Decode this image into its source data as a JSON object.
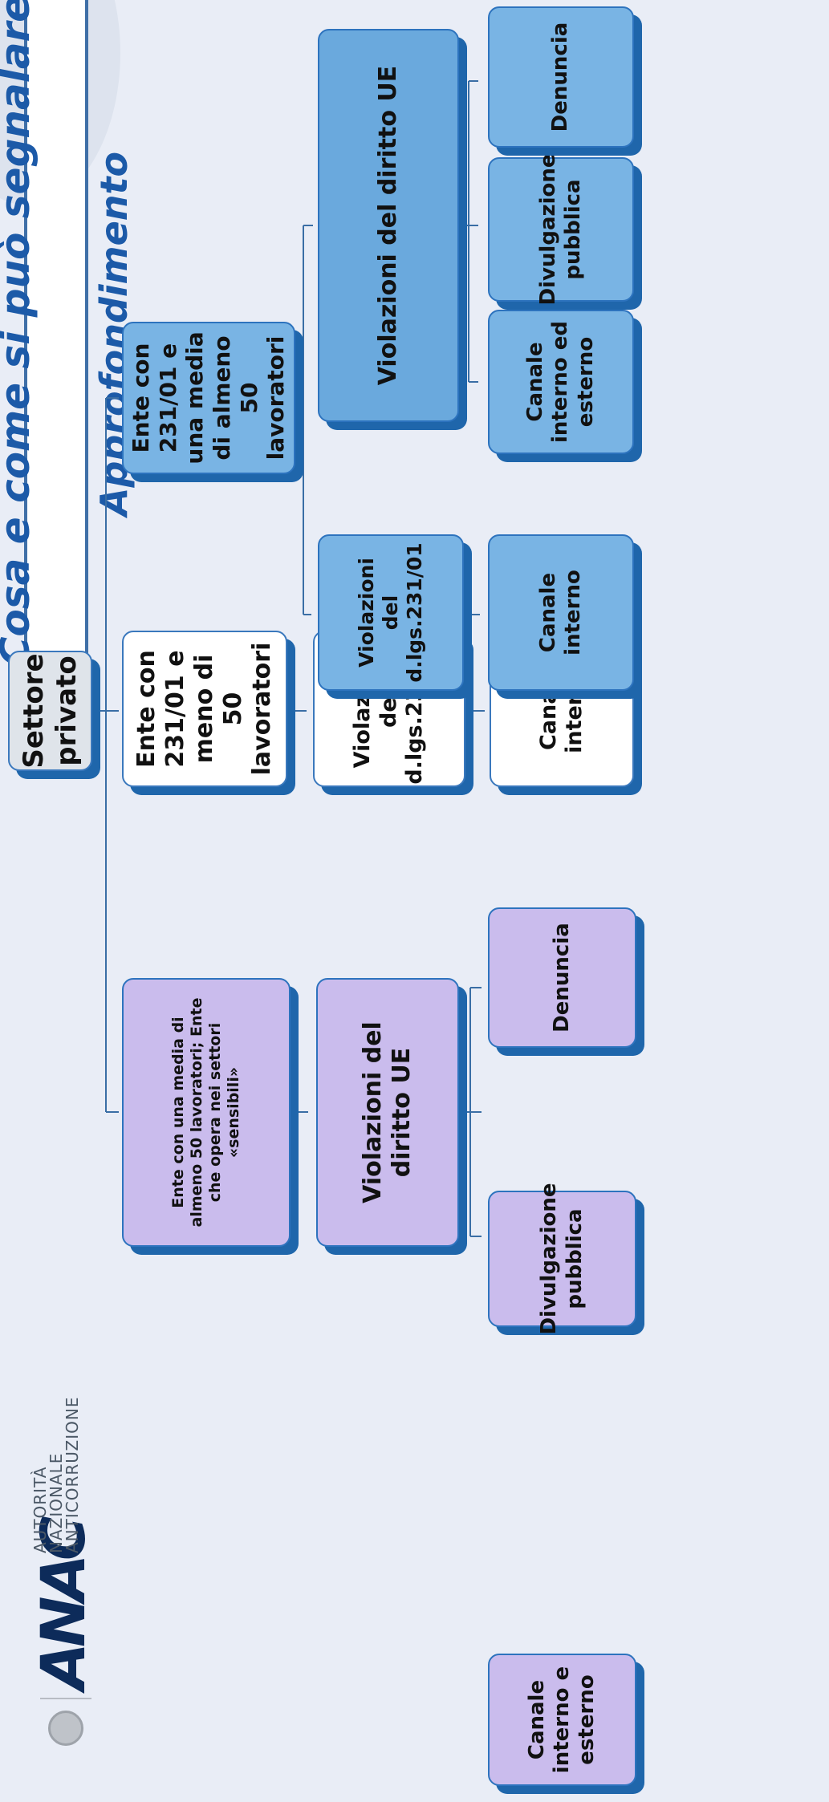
{
  "title": {
    "main": "Cosa e come si può segnalare",
    "sub": "Approfondimento"
  },
  "logo": {
    "mark": "ANAC",
    "line1": "AUTORITÀ",
    "line2": "NAZIONALE",
    "line3": "ANTICORRUZIONE"
  },
  "root": {
    "label": "Settore privato"
  },
  "branches": [
    {
      "entity": "Ente con una media di almeno 50 lavoratori; Ente che opera nei settori «sensibili»",
      "violation": "Violazioni del diritto UE",
      "channels": [
        "Canale interno e esterno",
        "Divulgazione pubblica",
        "Denuncia"
      ]
    },
    {
      "entity": "Ente con 231/01 e meno di 50 lavoratori",
      "violation": "Violazioni del d.lgs.231/01",
      "channels": [
        "Canale interno"
      ]
    },
    {
      "entity": "Ente con 231/01 e una media di almeno 50 lavoratori",
      "violations": [
        {
          "label": "Violazioni del d.lgs.231/01",
          "channels": [
            "Canale interno"
          ]
        },
        {
          "label": "Violazioni del diritto UE",
          "channels": [
            "Canale interno ed esterno",
            "Divulgazione pubblica",
            "Denuncia"
          ]
        }
      ]
    }
  ]
}
